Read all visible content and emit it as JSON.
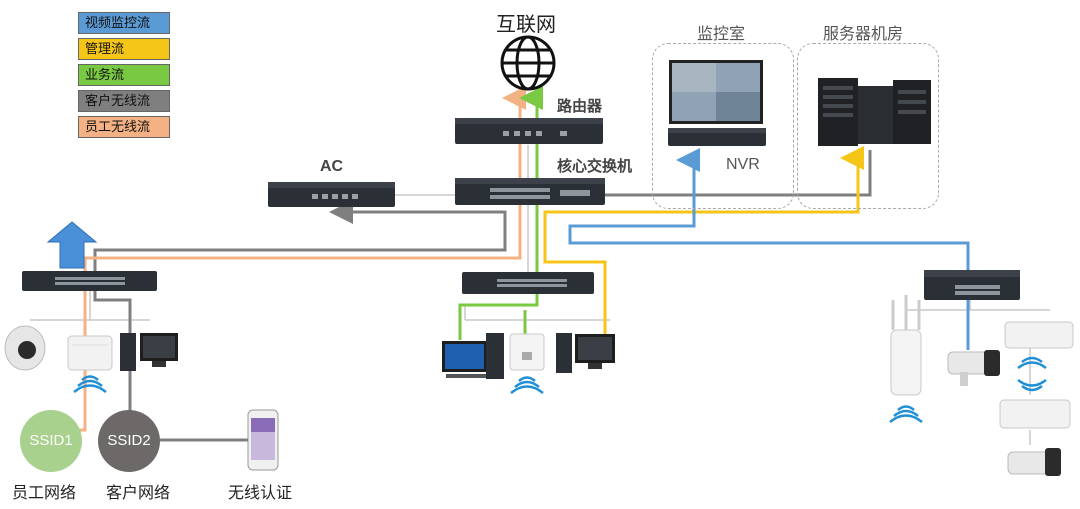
{
  "legend": [
    {
      "label": "视频监控流",
      "color": "#5b9bd5"
    },
    {
      "label": "管理流",
      "color": "#f5c518"
    },
    {
      "label": "业务流",
      "color": "#7ac943"
    },
    {
      "label": "客户无线流",
      "color": "#7f7f7f"
    },
    {
      "label": "员工无线流",
      "color": "#f4b183"
    }
  ],
  "labels": {
    "internet": "互联网",
    "router": "路由器",
    "core_switch": "核心交换机",
    "ac": "AC",
    "monitor_room": "监控室",
    "server_room": "服务器机房",
    "nvr": "NVR",
    "ssid1": "SSID1",
    "ssid2": "SSID2",
    "staff_network": "员工网络",
    "guest_network": "客户网络",
    "wireless_auth": "无线认证"
  },
  "colors": {
    "device_dark": "#2b2f36",
    "link_gray": "#bfbfbf",
    "ssid1_fill": "#a9d18e",
    "ssid2_fill": "#6d6968",
    "wifi_blue": "#1f8fd6"
  }
}
